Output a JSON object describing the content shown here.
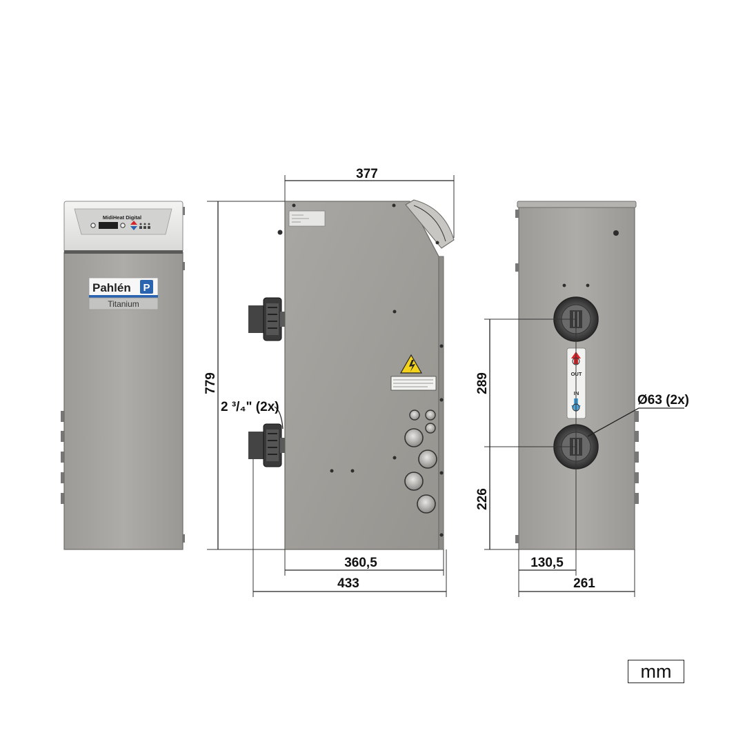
{
  "front_view": {
    "panel_title": "MidiHeat Digital",
    "brand": "Pahlén",
    "model": "Titanium"
  },
  "side_view": {
    "dim_top_width": "377",
    "dim_height": "779",
    "dim_body_depth": "360,5",
    "dim_total_depth": "433",
    "connector_label": "2 ³/₄\" (2x)"
  },
  "rear_view": {
    "dim_connector_spacing": "289",
    "dim_lower_connector_height": "226",
    "dim_connector_offset": "130,5",
    "dim_width": "261",
    "pipe_label": "Ø63 (2x)",
    "out_label": "OUT",
    "in_label": "IN"
  },
  "unit": "mm",
  "colors": {
    "housing": "#a4a29e",
    "housing_edge": "#6e6c68",
    "panel": "#e8e8e6",
    "brand_blue": "#2a63b0",
    "arrow_red": "#d7262b",
    "arrow_blue": "#4aa3d8",
    "warning_yellow": "#f2d21b"
  }
}
